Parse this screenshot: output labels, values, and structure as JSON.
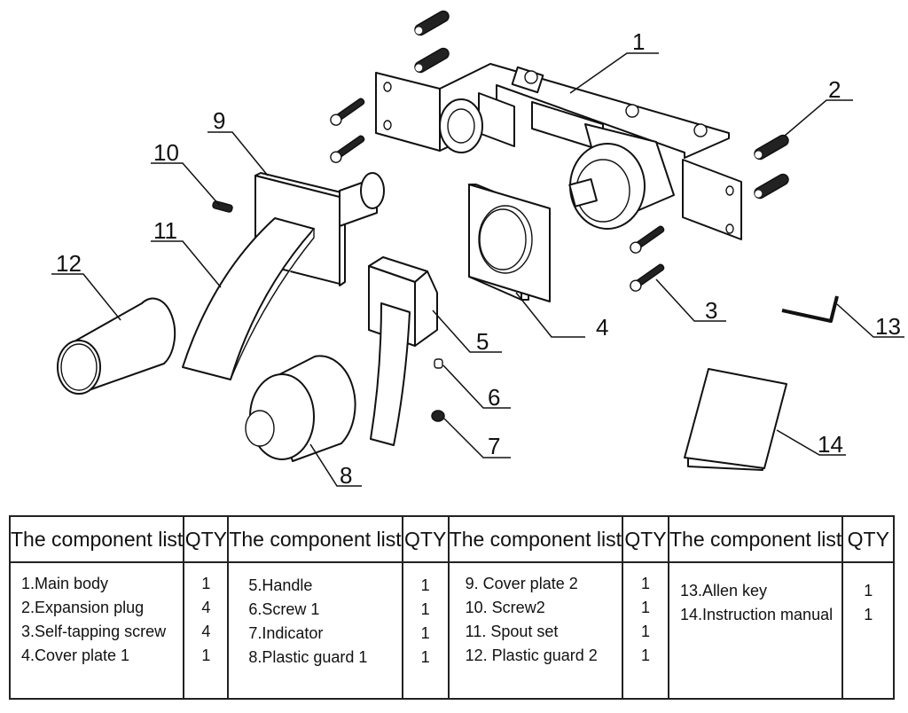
{
  "diagram": {
    "title": "Exploded view of concealed wall-mounted basin mixer",
    "callouts": [
      {
        "number": "1",
        "part": "Main body"
      },
      {
        "number": "2",
        "part": "Expansion plug"
      },
      {
        "number": "3",
        "part": "Self-tapping screw"
      },
      {
        "number": "4",
        "part": "Cover plate 1"
      },
      {
        "number": "5",
        "part": "Handle"
      },
      {
        "number": "6",
        "part": "Screw 1"
      },
      {
        "number": "7",
        "part": "Indicator"
      },
      {
        "number": "8",
        "part": "Plastic guard 1"
      },
      {
        "number": "9",
        "part": "Cover plate 2"
      },
      {
        "number": "10",
        "part": "Screw2"
      },
      {
        "number": "11",
        "part": "Spout set"
      },
      {
        "number": "12",
        "part": "Plastic guard 2"
      },
      {
        "number": "13",
        "part": "Allen key"
      },
      {
        "number": "14",
        "part": "Instruction manual"
      }
    ]
  },
  "table": {
    "groups": [
      {
        "header_name": "The component list",
        "header_qty": "QTY",
        "items": [
          {
            "label": "1.Main body",
            "qty": "1"
          },
          {
            "label": "2.Expansion plug",
            "qty": "4"
          },
          {
            "label": "3.Self-tapping screw",
            "qty": "4"
          },
          {
            "label": "4.Cover plate 1",
            "qty": "1"
          }
        ]
      },
      {
        "header_name": "The component list",
        "header_qty": "QTY",
        "items": [
          {
            "label": "5.Handle",
            "qty": "1"
          },
          {
            "label": "6.Screw 1",
            "qty": "1"
          },
          {
            "label": "7.Indicator",
            "qty": "1"
          },
          {
            "label": "8.Plastic guard 1",
            "qty": "1"
          }
        ]
      },
      {
        "header_name": "The component list",
        "header_qty": "QTY",
        "items": [
          {
            "label": "9. Cover plate 2",
            "qty": "1"
          },
          {
            "label": "10. Screw2",
            "qty": "1"
          },
          {
            "label": "11. Spout set",
            "qty": "1"
          },
          {
            "label": "12. Plastic guard 2",
            "qty": "1"
          }
        ]
      },
      {
        "header_name": "The component list",
        "header_qty": "QTY",
        "items": [
          {
            "label": "13.Allen key",
            "qty": "1"
          },
          {
            "label": "14.Instruction manual",
            "qty": "1"
          }
        ]
      }
    ]
  }
}
